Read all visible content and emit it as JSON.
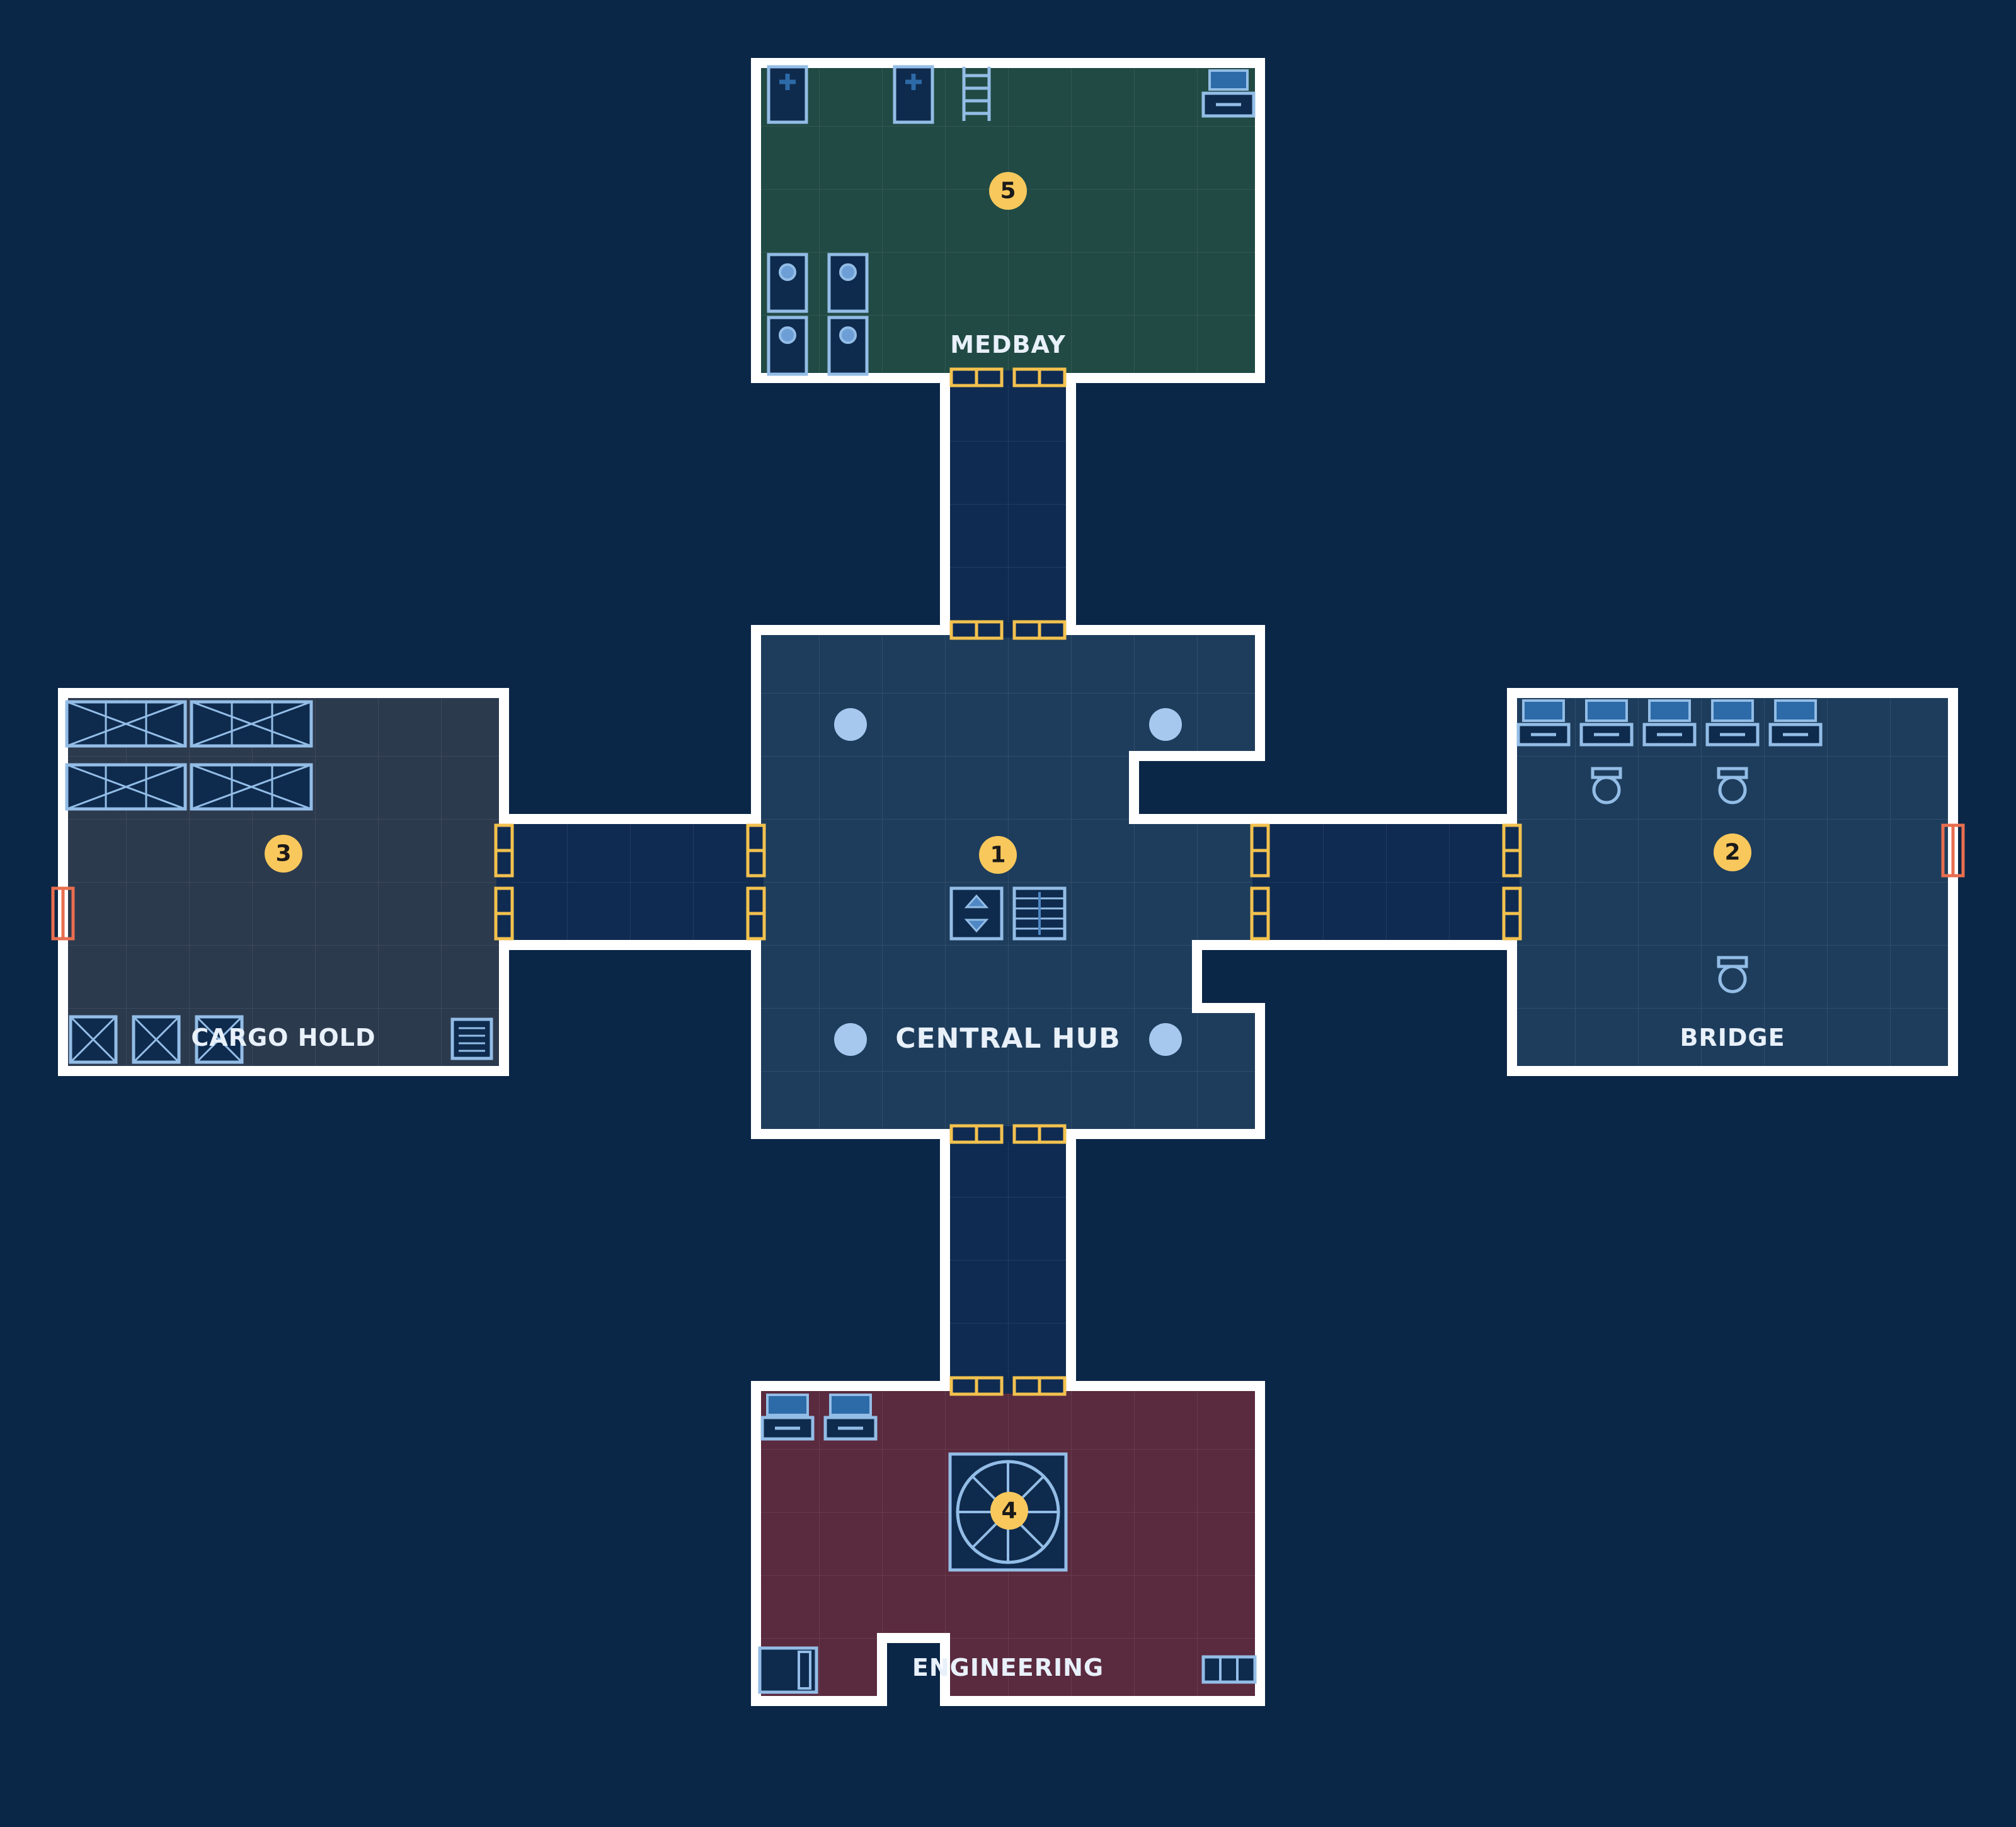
{
  "map": {
    "colors": {
      "background": "#0b2747",
      "wall": "#ffffff",
      "corridor_floor": "#0f2b52",
      "hub_floor": "#1e3d5c",
      "medbay_floor": "#214a44",
      "cargo_floor": "#2c3a4e",
      "bridge_floor": "#1e3d5c",
      "engineering_floor": "#5a2a3f",
      "door": "#f2c14e",
      "airlock": "#e86e4f",
      "furniture": "#93bde6",
      "badge": "#f9c85c"
    },
    "rooms": {
      "hub": {
        "label": "CENTRAL HUB",
        "number": "1"
      },
      "bridge": {
        "label": "BRIDGE",
        "number": "2"
      },
      "cargo": {
        "label": "CARGO HOLD",
        "number": "3"
      },
      "engineering": {
        "label": "ENGINEERING",
        "number": "4"
      },
      "medbay": {
        "label": "MEDBAY",
        "number": "5"
      }
    },
    "icons": [
      "medical-bed-icon",
      "ladder-icon",
      "computer-console-icon",
      "cryo-pod-icon",
      "cargo-crate-icon",
      "pillar-icon",
      "elevator-icon",
      "vent-icon",
      "pilot-seat-icon",
      "reactor-icon",
      "airlock-door-icon",
      "door-icon",
      "storage-locker-icon",
      "battery-icon"
    ]
  }
}
